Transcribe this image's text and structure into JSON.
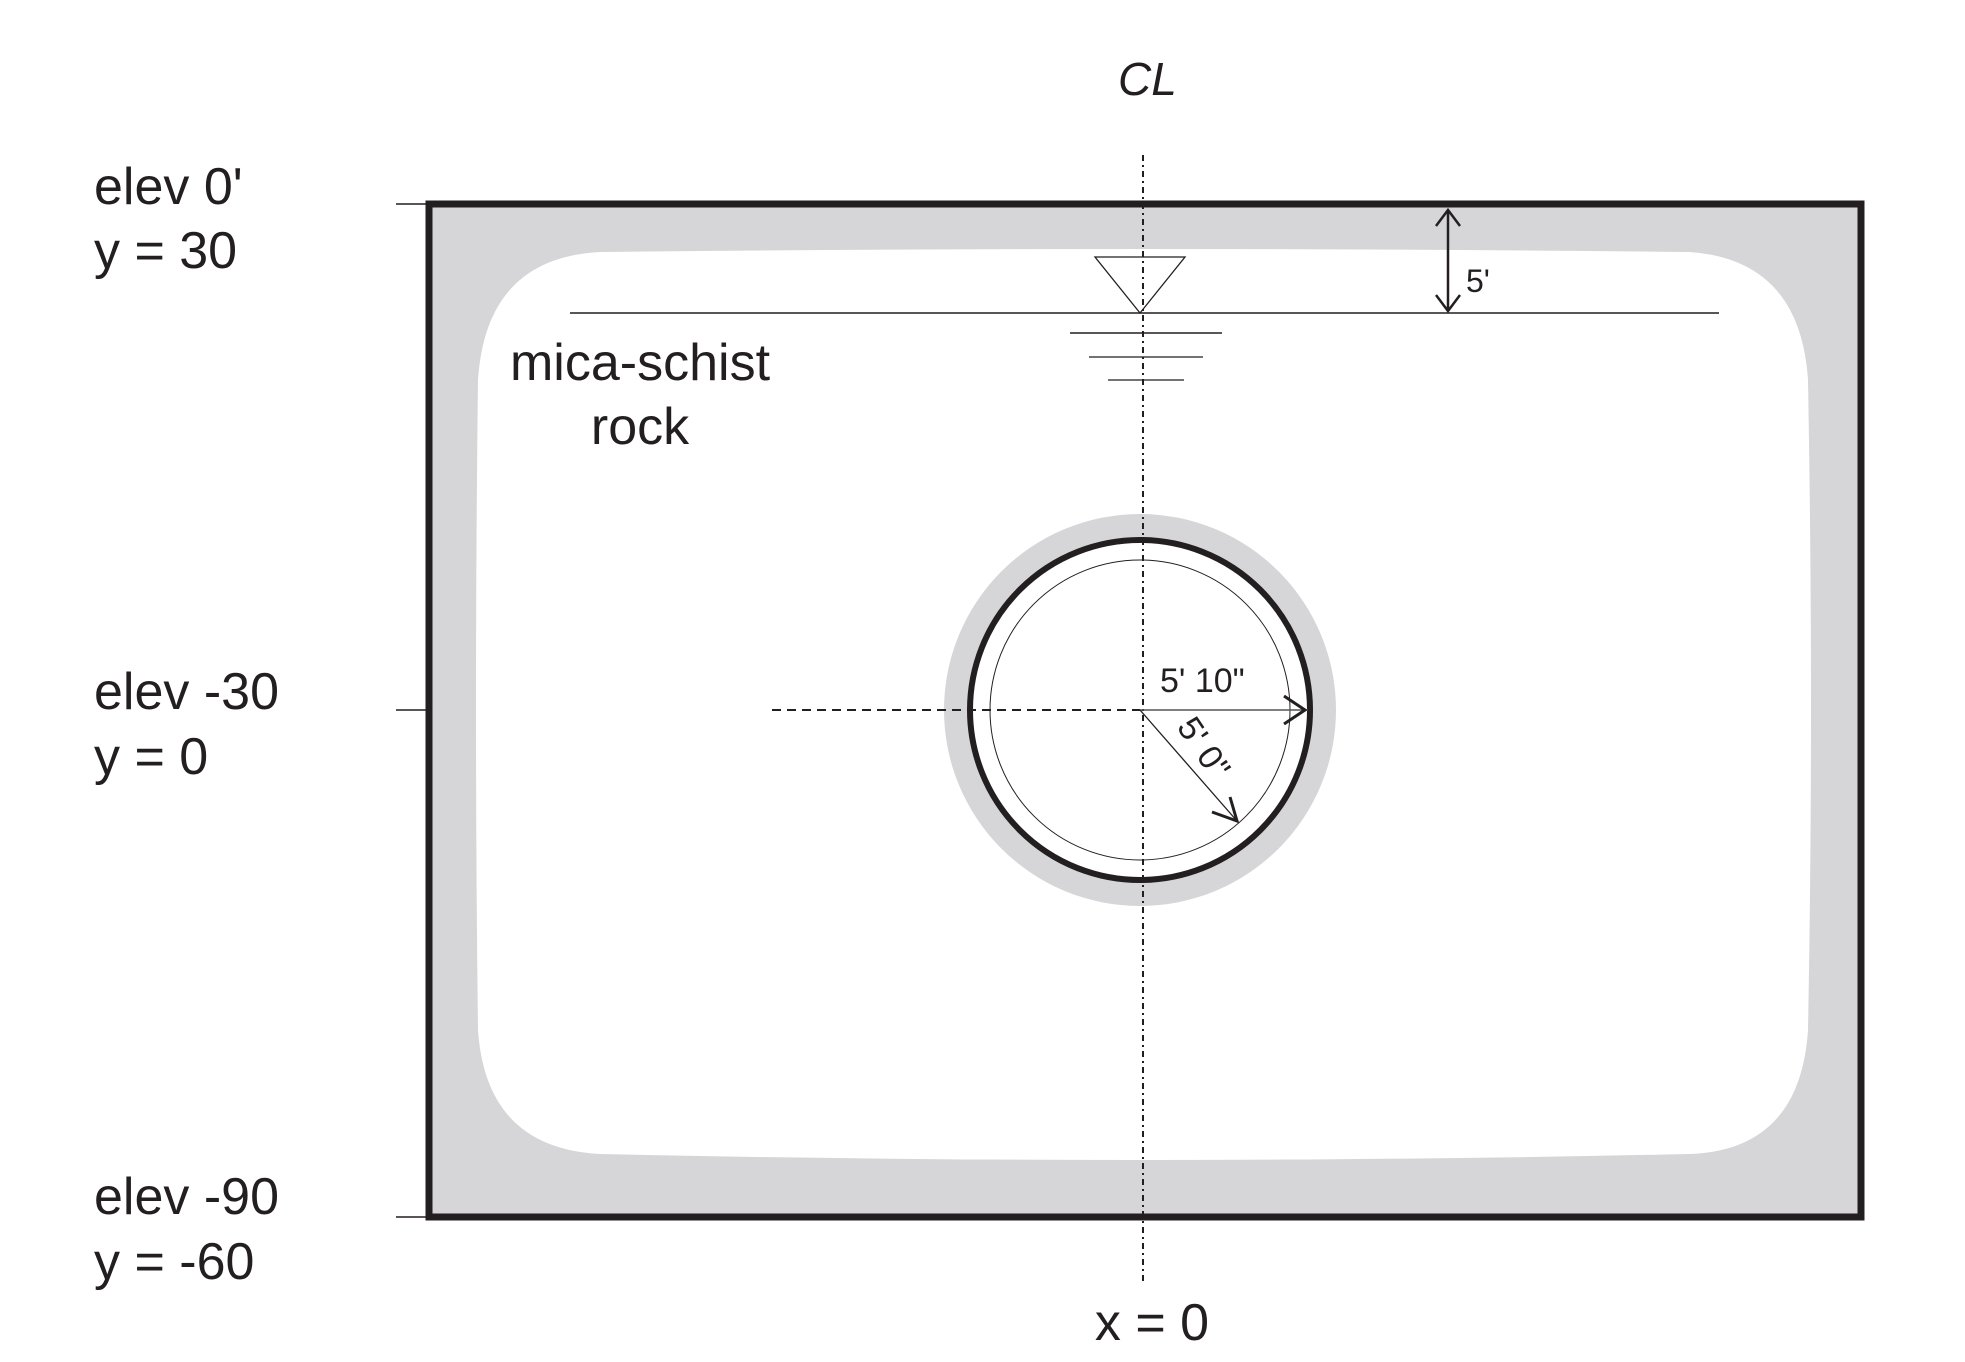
{
  "labels": {
    "centerline": "CL",
    "elev_top": "elev 0'",
    "y_top": "y = 30",
    "elev_mid": "elev -30",
    "y_mid": "y = 0",
    "elev_bot": "elev -90",
    "y_bot": "y = -60",
    "x_zero": "x = 0",
    "rock_line1": "mica-schist",
    "rock_line2": "rock",
    "water_depth": "5'",
    "outer_radius": "5' 10\"",
    "inner_radius": "5' 0\""
  },
  "colors": {
    "gray": "#d6d6d8",
    "ink": "#231f20"
  }
}
